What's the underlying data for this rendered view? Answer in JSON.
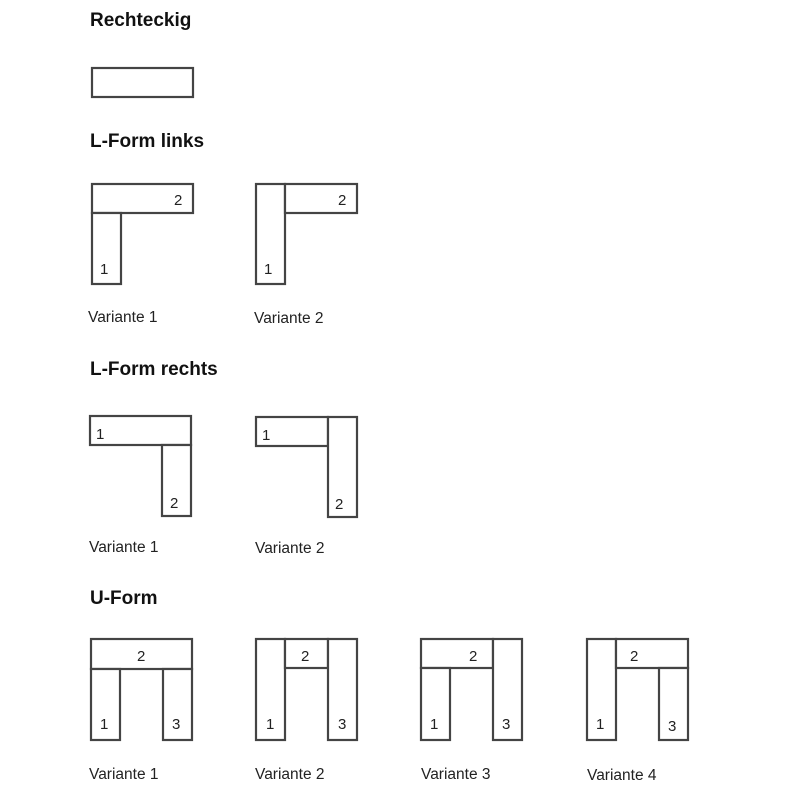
{
  "sections": {
    "rechteckig": {
      "title": "Rechteckig"
    },
    "l_form_links": {
      "title": "L-Form links",
      "variants": [
        {
          "caption": "Variante 1",
          "segments": [
            "1",
            "2"
          ]
        },
        {
          "caption": "Variante 2",
          "segments": [
            "1",
            "2"
          ]
        }
      ]
    },
    "l_form_rechts": {
      "title": "L-Form rechts",
      "variants": [
        {
          "caption": "Variante 1",
          "segments": [
            "1",
            "2"
          ]
        },
        {
          "caption": "Variante 2",
          "segments": [
            "1",
            "2"
          ]
        }
      ]
    },
    "u_form": {
      "title": "U-Form",
      "variants": [
        {
          "caption": "Variante 1",
          "segments": [
            "1",
            "2",
            "3"
          ]
        },
        {
          "caption": "Variante 2",
          "segments": [
            "1",
            "2",
            "3"
          ]
        },
        {
          "caption": "Variante 3",
          "segments": [
            "1",
            "2",
            "3"
          ]
        },
        {
          "caption": "Variante 4",
          "segments": [
            "1",
            "2",
            "3"
          ]
        }
      ]
    }
  },
  "colors": {
    "stroke": "#444444",
    "text": "#111111",
    "background": "#ffffff"
  }
}
